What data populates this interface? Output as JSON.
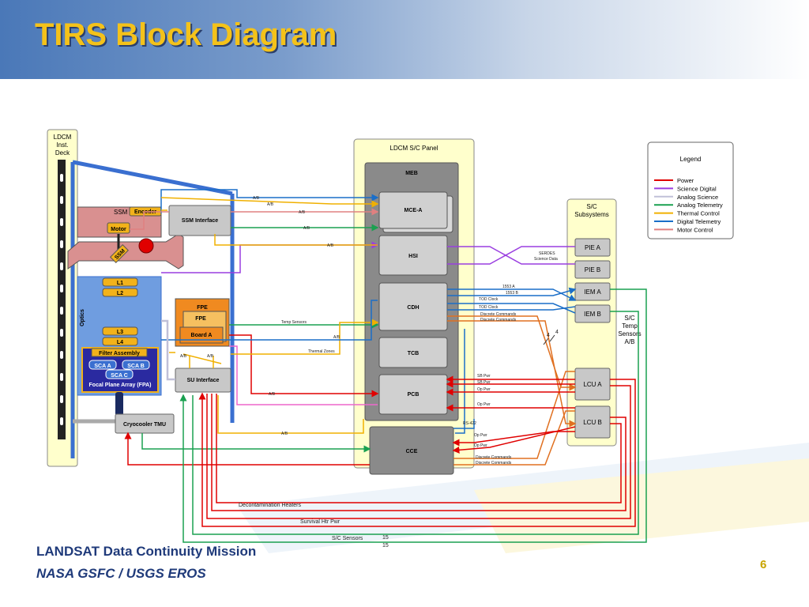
{
  "slide": {
    "title": "TIRS Block Diagram",
    "footer_line1": "LANDSAT Data Continuity Mission",
    "footer_line2": "NASA GSFC / USGS EROS",
    "page_number": "6"
  },
  "colors": {
    "power": "#e00000",
    "science_digital": "#9a3ee0",
    "analog_science": "#c0c0d8",
    "analog_telemetry": "#1aa050",
    "thermal_control": "#f0b000",
    "digital_telemetry": "#1a6ec8",
    "motor_control": "#e08080"
  },
  "legend": {
    "title": "Legend",
    "items": [
      {
        "label": "Power",
        "color": "#e00000"
      },
      {
        "label": "Science Digital",
        "color": "#9a3ee0"
      },
      {
        "label": "Analog Science",
        "color": "#c0c0d8"
      },
      {
        "label": "Analog Telemetry",
        "color": "#1aa050"
      },
      {
        "label": "Thermal Control",
        "color": "#f0b000"
      },
      {
        "label": "Digital Telemetry",
        "color": "#1a6ec8"
      },
      {
        "label": "Motor Control",
        "color": "#e08080"
      }
    ]
  },
  "blocks": {
    "deck_line1": "LDCM",
    "deck_line2": "Inst.",
    "deck_line3": "Deck",
    "ssm": "SSM",
    "encoder": "Encoder",
    "motor": "Motor",
    "ssm_rot": "SSM",
    "ssm_interface": "SSM Interface",
    "optics": "Optics",
    "l1": "L1",
    "l2": "L2",
    "l3": "L3",
    "l4": "L4",
    "filter_assembly": "Filter Assembly",
    "sca_a": "SCA A",
    "sca_b": "SCA B",
    "sca_c": "SCA C",
    "fpa": "Focal Plane Array (FPA)",
    "fpe_outer": "FPE",
    "fpe_inner": "FPE",
    "board_a": "Board A",
    "su_interface": "SU Interface",
    "cryocooler": "Cryocooler TMU",
    "panel_title": "LDCM S/C Panel",
    "meb": "MEB",
    "mce_a": "MCE-A",
    "hsi": "HSI",
    "cdh": "CDH",
    "tcb": "TCB",
    "pcb": "PCB",
    "cce": "CCE",
    "sc_subsystems_1": "S/C",
    "sc_subsystems_2": "Subsystems",
    "pie_a": "PIE A",
    "pie_b": "PIE B",
    "iem_a": "IEM A",
    "iem_b": "IEM B",
    "lcu_a": "LCU A",
    "lcu_b": "LCU B",
    "temp_sensors_1": "S/C",
    "temp_sensors_2": "Temp",
    "temp_sensors_3": "Sensors",
    "temp_sensors_4": "A/B"
  },
  "labels": {
    "ab": "A/B",
    "temp_sensors": "Temp Sensors",
    "thermal_zones": "Thermal Zones",
    "serdes_1": "SERDES",
    "serdes_2": "Science Data",
    "s1553a": "1553 A",
    "s1553b": "1553 B",
    "tod1": "TOD Clock",
    "tod2": "TOD Clock",
    "disc1": "Discrete Commands",
    "disc2": "Discrete Commands",
    "disc3": "Discrete Commands",
    "disc4": "Discrete Commands",
    "sb1": "SB Pwr",
    "sb2": "SB Pwr",
    "op1": "Op Pwr",
    "op2": "Op Pwr",
    "op3": "Op Pwr",
    "op4": "Op Pwr",
    "rs422": "RS-422",
    "four1": "4",
    "four2": "4",
    "decon": "Decontamination Heaters",
    "survival": "Survival Htr Pwr",
    "sc_sensors": "S/C Sensors",
    "fifteen1": "15",
    "fifteen2": "15"
  }
}
